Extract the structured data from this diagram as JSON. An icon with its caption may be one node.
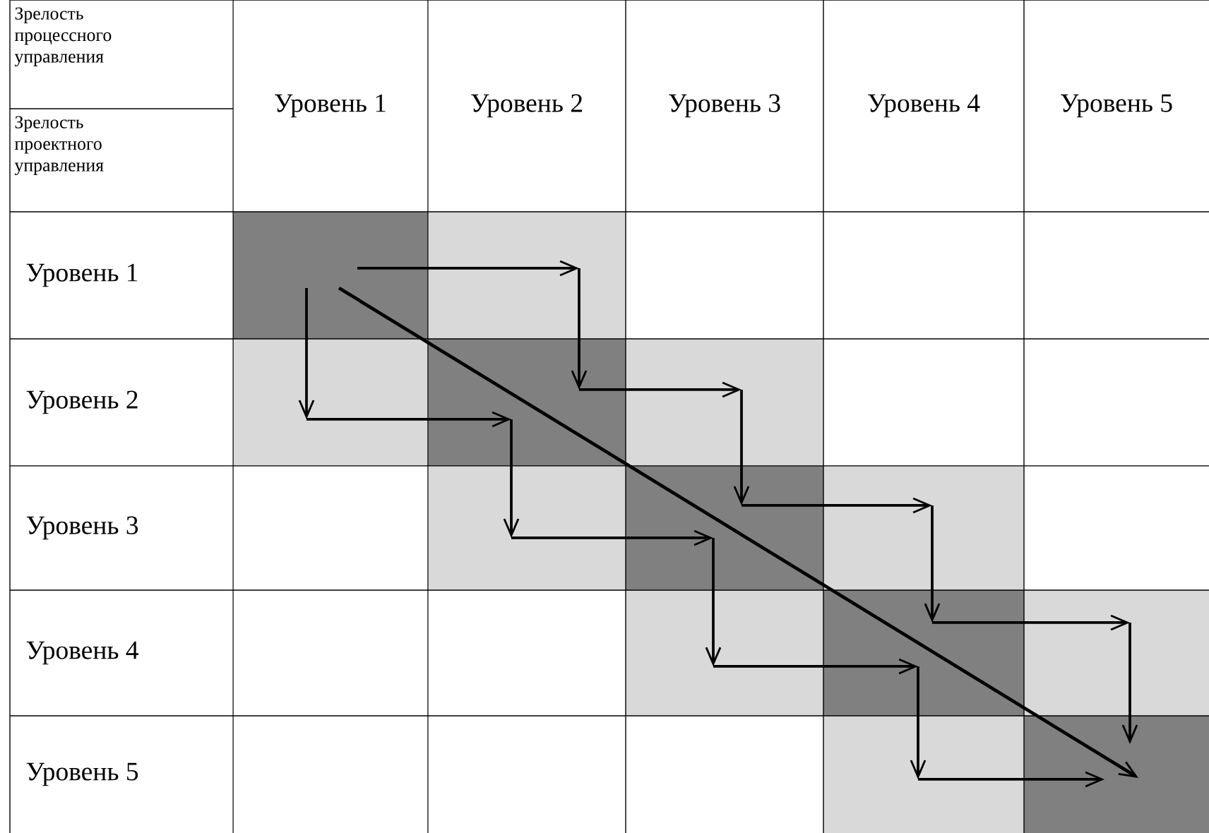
{
  "diagram": {
    "labels": [
      "Зрелость процессного управления",
      "Зрелость проектного управления",
      "Уровень 1",
      "Уровень 2",
      "Уровень 3",
      "Уровень 4",
      "Уровень 5",
      "Уровень 1",
      "Уровень 2",
      "Уровень 3",
      "Уровень 4",
      "Уровень 5"
    ]
  }
}
